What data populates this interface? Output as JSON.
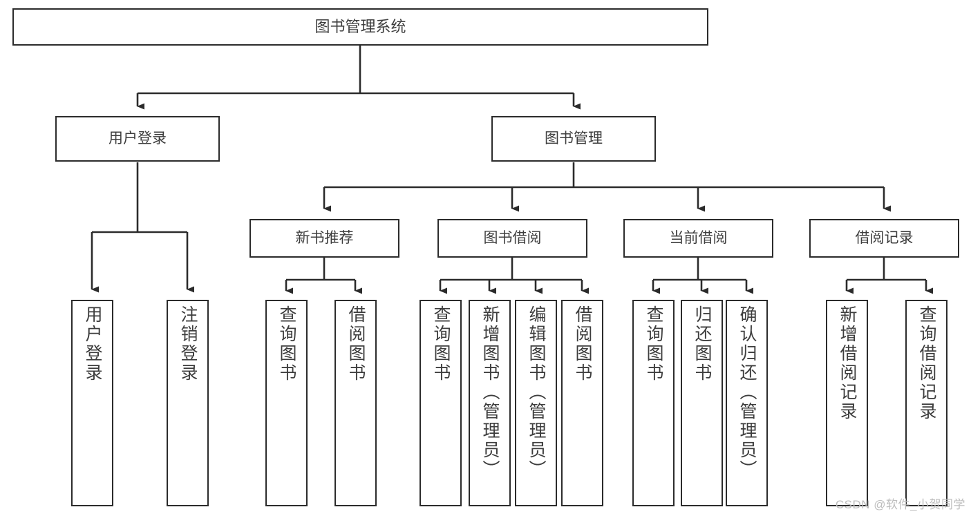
{
  "diagram": {
    "title": "图书管理系统",
    "type": "tree",
    "colors": {
      "box_border": "#2b2b2b",
      "box_fill": "#ffffff",
      "text": "#3d3d3d",
      "edge": "#2b2b2b",
      "watermark": "#bdbdbd",
      "background": "#ffffff"
    },
    "nodes": {
      "root": {
        "label": "图书管理系统"
      },
      "level2": [
        {
          "id": "user-login",
          "label": "用户登录"
        },
        {
          "id": "book-management",
          "label": "图书管理"
        }
      ],
      "level3": [
        {
          "id": "new-book-recommend",
          "label": "新书推荐"
        },
        {
          "id": "book-borrow",
          "label": "图书借阅"
        },
        {
          "id": "current-borrow",
          "label": "当前借阅"
        },
        {
          "id": "borrow-record",
          "label": "借阅记录"
        }
      ],
      "leaves": {
        "user_login": [
          {
            "id": "leaf-user-login",
            "label": "用户登录"
          },
          {
            "id": "leaf-logout-login",
            "label": "注销登录"
          }
        ],
        "new_book_recommend": [
          {
            "id": "leaf-query-book-1",
            "label": "查询图书"
          },
          {
            "id": "leaf-borrow-book-1",
            "label": "借阅图书"
          }
        ],
        "book_borrow": [
          {
            "id": "leaf-query-book-2",
            "label": "查询图书"
          },
          {
            "id": "leaf-add-book",
            "label": "新增图书（管理员）"
          },
          {
            "id": "leaf-edit-book",
            "label": "编辑图书（管理员）"
          },
          {
            "id": "leaf-borrow-book-2",
            "label": "借阅图书"
          }
        ],
        "current_borrow": [
          {
            "id": "leaf-query-book-3",
            "label": "查询图书"
          },
          {
            "id": "leaf-return-book",
            "label": "归还图书"
          },
          {
            "id": "leaf-confirm-return",
            "label": "确认归还（管理员）"
          }
        ],
        "borrow_record": [
          {
            "id": "leaf-add-record",
            "label": "新增借阅记录"
          },
          {
            "id": "leaf-query-record",
            "label": "查询借阅记录"
          }
        ]
      }
    },
    "watermark": "CSDN @软件_小贺同学"
  }
}
